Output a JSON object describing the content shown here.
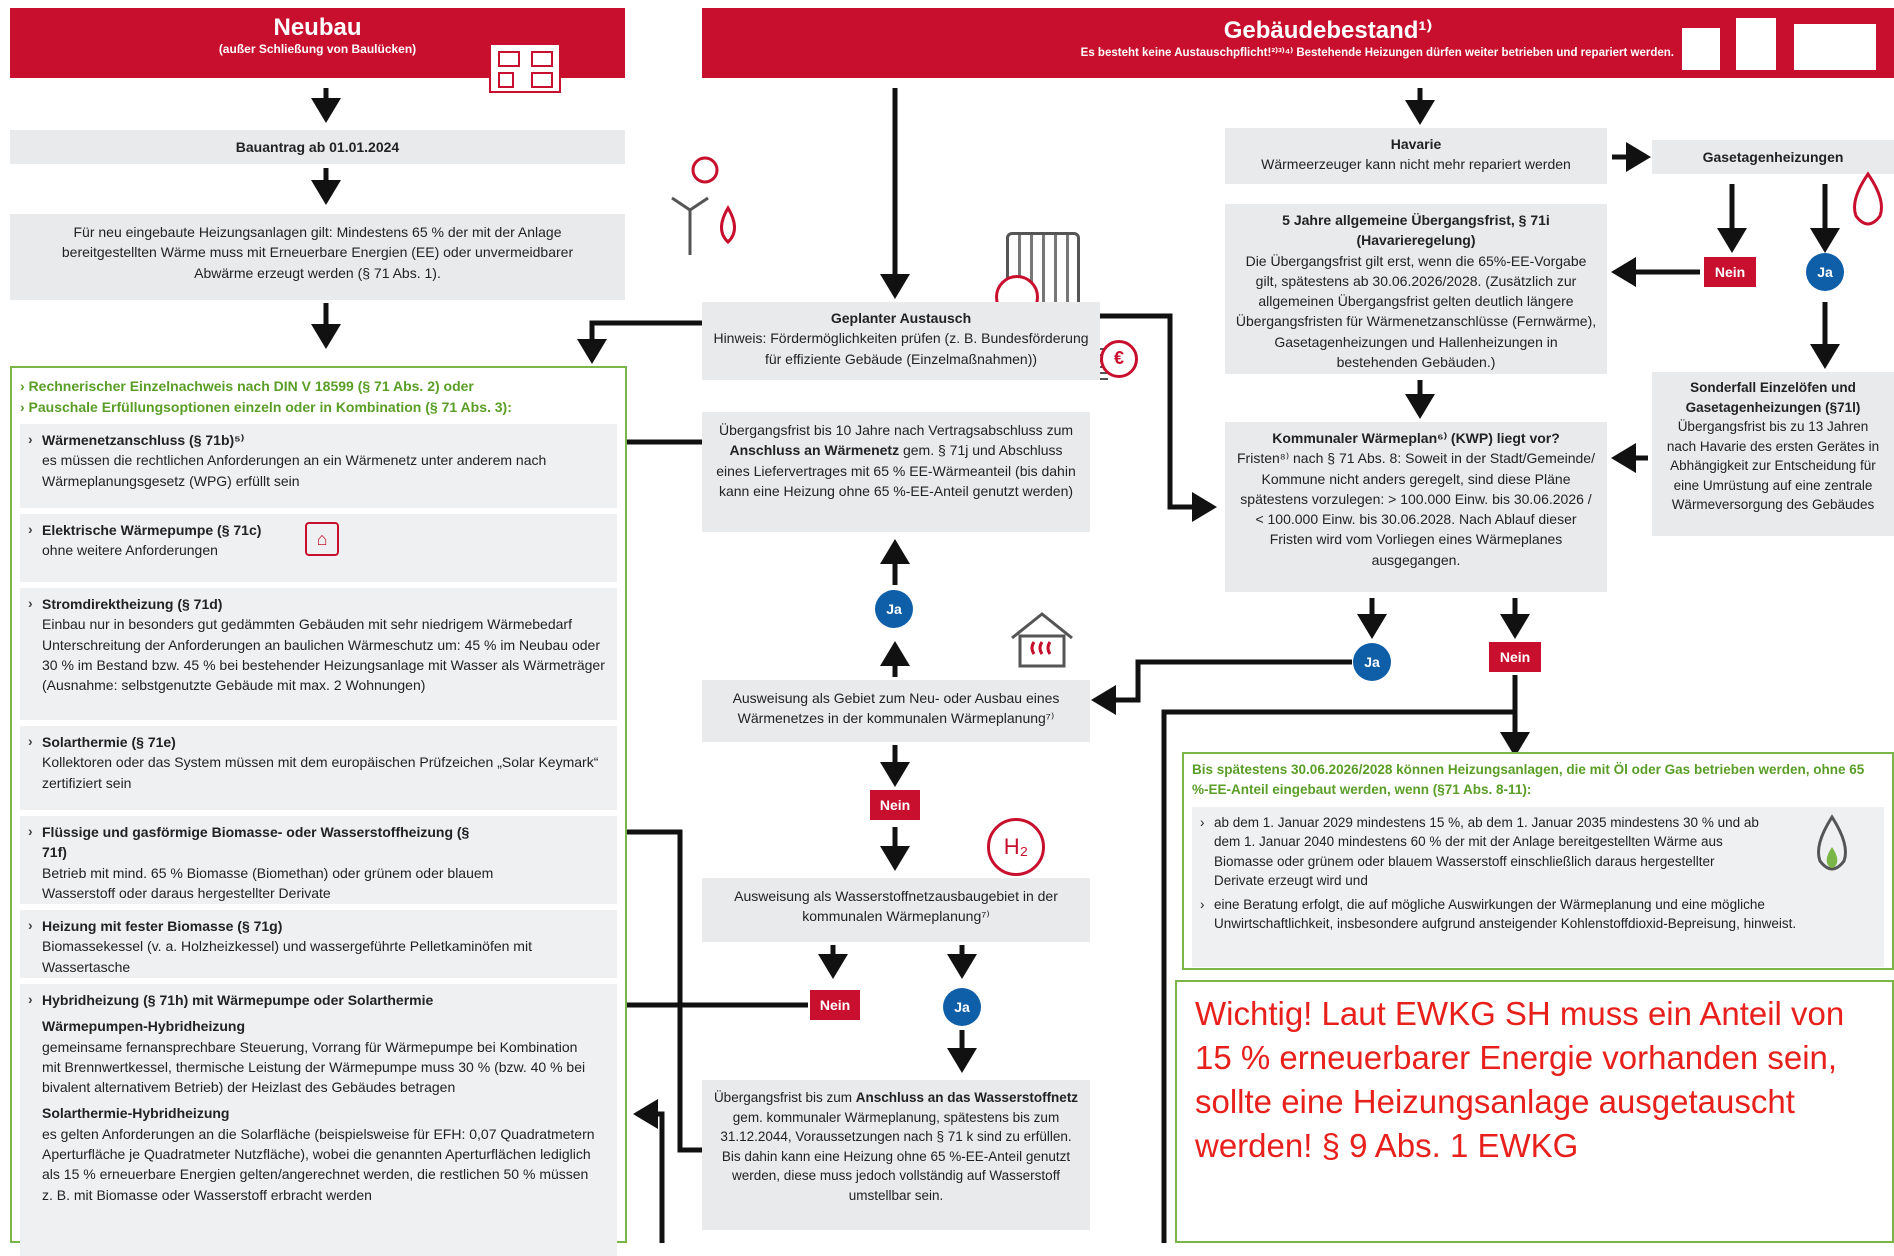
{
  "neubau": {
    "title": "Neubau",
    "subtitle": "(außer Schließung von Baulücken)",
    "bauantrag": "Bauantrag ab 01.01.2024",
    "rule": "Für neu eingebaute Heizungsanlagen gilt: Mindestens 65 % der mit der Anlage bereitgestellten Wärme muss mit Erneuerbare Energien (EE) oder unvermeidbarer Abwärme erzeugt werden (§ 71 Abs. 1)."
  },
  "bestand": {
    "title": "Gebäudebestand¹⁾",
    "subtitle": "Es besteht keine Austauschpflicht!²⁾³⁾⁴⁾ Bestehende Heizungen dürfen weiter betrieben und repariert werden."
  },
  "options_panel": {
    "head1": "› Rechnerischer Einzelnachweis nach DIN V 18599 (§ 71 Abs. 2) oder",
    "head2": "› Pauschale Erfüllungsoptionen einzeln oder in Kombination (§ 71 Abs. 3):",
    "items": [
      {
        "title": "Wärmenetzanschluss (§ 71b)⁵⁾",
        "text": "es müssen die rechtlichen Anforderungen an ein Wärmenetz unter anderem nach Wärmeplanungsgesetz (WPG) erfüllt sein"
      },
      {
        "title": "Elektrische Wärmepumpe (§ 71c)",
        "text": "ohne weitere Anforderungen"
      },
      {
        "title": "Stromdirektheizung (§ 71d)",
        "text": "Einbau nur in besonders gut gedämmten Gebäuden mit sehr niedrigem Wärmebedarf Unterschreitung der Anforderungen an baulichen Wärmeschutz um: 45 % im Neubau oder 30 % im Bestand bzw. 45 % bei bestehender Heizungsanlage mit Wasser als Wärmeträger (Ausnahme: selbstgenutzte Gebäude mit max. 2 Wohnungen)"
      },
      {
        "title": "Solarthermie (§ 71e)",
        "text": "Kollektoren oder das System müssen mit dem europäischen Prüfzeichen „Solar Keymark“ zertifiziert sein"
      },
      {
        "title": "Flüssige und gasförmige Biomasse- oder Wasserstoffheizung (§ 71f)",
        "text": "Betrieb mit mind. 65 % Biomasse (Biomethan) oder grünem oder blauem Wasserstoff oder daraus hergestellter Derivate"
      },
      {
        "title": "Heizung mit fester Biomasse (§ 71g)",
        "text": "Biomassekessel (v. a. Holzheizkessel) und wassergeführte Pelletkaminöfen mit Wassertasche"
      }
    ],
    "hybrid": {
      "title": "Hybridheizung (§ 71h) mit Wärmepumpe oder Solarthermie",
      "sub1": "Wärmepumpen-Hybridheizung",
      "text1": "gemeinsame fernansprechbare Steuerung, Vorrang für Wärmepumpe bei Kombination mit Brennwertkessel, thermische Leistung der Wärmepumpe muss 30 % (bzw. 40 % bei bivalent alternativem Betrieb) der Heizlast des Gebäudes betragen",
      "sub2": "Solarthermie-Hybridheizung",
      "text2": "es gelten Anforderungen an die Solarfläche (beispielsweise für EFH: 0,07 Quadratmetern Aperturfläche je Quadratmeter Nutzfläche), wobei die genannten Aperturflächen lediglich als 15 % erneuerbare Energien gelten/angerechnet werden, die restlichen 50 % müssen z. B. mit Biomasse oder Wasserstoff erbracht werden"
    }
  },
  "middle": {
    "austausch_title": "Geplanter Austausch",
    "austausch_text": "Hinweis: Fördermöglichkeiten prüfen (z. B. Bundesförderung für effiziente Gebäude (Einzelmaßnahmen))",
    "waermenetz_frist_a": "Übergangsfrist bis 10 Jahre nach Vertragsabschluss zum ",
    "waermenetz_frist_b": "Anschluss an Wärmenetz",
    "waermenetz_frist_c": " gem. § 71j und Abschluss eines Liefervertrages mit 65 % EE-Wärmeanteil (bis dahin kann eine Heizung ohne 65 %-EE-Anteil genutzt werden)",
    "ausweisung_wn": "Ausweisung als Gebiet zum Neu- oder Ausbau eines Wärmenetzes in der kommunalen Wärmeplanung⁷⁾",
    "ausweisung_h2": "Ausweisung als Wasserstoffnetzausbaugebiet in der kommunalen Wärmeplanung⁷⁾",
    "h2_frist_a": "Übergangsfrist bis zum ",
    "h2_frist_b": "Anschluss an das Wasserstoffnetz",
    "h2_frist_c": " gem. kommunaler Wärmeplanung, spätestens bis zum 31.12.2044, Voraussetzungen nach § 71 k sind zu erfüllen. Bis dahin kann eine Heizung ohne 65 %-EE-Anteil genutzt werden, diese muss jedoch vollständig auf Wasserstoff umstellbar sein.",
    "h2_label": "H₂"
  },
  "right": {
    "havarie_title": "Havarie",
    "havarie_text": "Wärmeerzeuger kann nicht mehr repariert werden",
    "gasetagen": "Gasetagenheizungen",
    "frist5_title": "5 Jahre allgemeine Übergangsfrist, § 71i (Havarieregelung)",
    "frist5_text": "Die Übergangsfrist gilt erst, wenn die 65%-EE-Vorgabe gilt, spätestens ab 30.06.2026/2028. (Zusätzlich zur allgemeinen Übergangsfrist gelten deutlich längere Übergangsfristen für Wärmenetzanschlüsse (Fernwärme), Gasetagenheizungen und Hallenheizungen in bestehenden Gebäuden.)",
    "sonderfall_title": "Sonderfall Einzelöfen und Gasetagenheizungen (§71l)",
    "sonderfall_text": "Übergangsfrist bis zu 13 Jahren nach Havarie des ersten Gerätes in Abhängigkeit zur Entscheidung für eine Umrüstung auf eine zentrale Wärmeversorgung des Gebäudes",
    "kwp_title": "Kommunaler Wärmeplan⁶⁾ (KWP) liegt vor?",
    "kwp_text": "Fristen⁸⁾ nach § 71 Abs. 8: Soweit in der Stadt/Gemeinde/ Kommune nicht anders geregelt, sind diese Pläne spätestens vorzulegen: > 100.000 Einw. bis 30.06.2026 / < 100.000 Einw. bis 30.06.2028. Nach Ablauf dieser Fristen wird vom Vorliegen eines Wärmeplanes ausgegangen.",
    "oelgas_head": "Bis spätestens 30.06.2026/2028 können Heizungsanlagen, die mit Öl oder Gas betrieben werden, ohne 65 %-EE-Anteil eingebaut werden, wenn (§71 Abs. 8-11):",
    "oelgas_item1": "ab dem 1. Januar 2029 mindestens 15 %, ab dem 1. Januar 2035 mindestens 30 % und ab dem 1. Januar 2040 mindestens 60 % der mit der Anlage bereitgestellten Wärme aus Biomasse oder grünem oder blauem Wasserstoff einschließlich daraus hergestellter Derivate erzeugt wird und",
    "oelgas_item2": "eine Beratung erfolgt, die auf mögliche Auswirkungen der Wärmeplanung und eine mögliche Unwirtschaftlichkeit, insbesondere aufgrund ansteigender Kohlenstoffdioxid-Bepreisung, hinweist.",
    "note": "Wichtig! Laut EWKG SH muss ein Anteil von 15 % erneuerbarer Energie vorhanden sein, sollte eine Heizungsanlage ausgetauscht werden! § 9 Abs. 1 EWKG"
  },
  "labels": {
    "ja": "Ja",
    "nein": "Nein"
  },
  "colors": {
    "red": "#c8102e",
    "blue": "#0f5ea8",
    "green": "#79b547",
    "box": "#e8eaec"
  }
}
